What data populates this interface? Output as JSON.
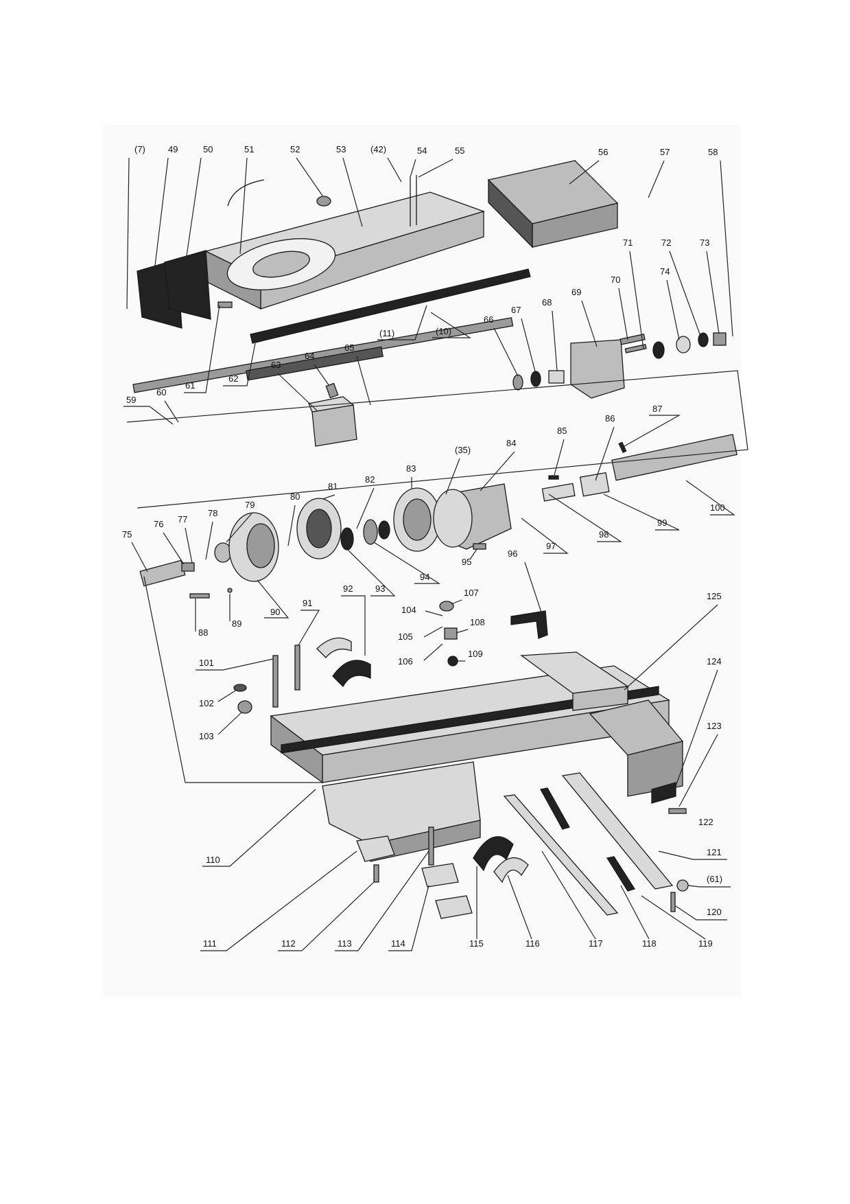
{
  "title": "",
  "callouts": [
    {
      "id": "c7",
      "text": "(7)"
    },
    {
      "id": "c49",
      "text": "49"
    },
    {
      "id": "c50",
      "text": "50"
    },
    {
      "id": "c51",
      "text": "51"
    },
    {
      "id": "c52",
      "text": "52"
    },
    {
      "id": "c53",
      "text": "53"
    },
    {
      "id": "c42",
      "text": "(42)"
    },
    {
      "id": "c54",
      "text": "54"
    },
    {
      "id": "c55",
      "text": "55"
    },
    {
      "id": "c56",
      "text": "56"
    },
    {
      "id": "c57",
      "text": "57"
    },
    {
      "id": "c58",
      "text": "58"
    },
    {
      "id": "c71",
      "text": "71"
    },
    {
      "id": "c72",
      "text": "72"
    },
    {
      "id": "c73",
      "text": "73"
    },
    {
      "id": "c70",
      "text": "70"
    },
    {
      "id": "c69",
      "text": "69"
    },
    {
      "id": "c74",
      "text": "74"
    },
    {
      "id": "c68",
      "text": "68"
    },
    {
      "id": "c67",
      "text": "67"
    },
    {
      "id": "c66",
      "text": "66"
    },
    {
      "id": "c11",
      "text": "(11)"
    },
    {
      "id": "c10",
      "text": "(10)"
    },
    {
      "id": "c61",
      "text": "61"
    },
    {
      "id": "c62",
      "text": "62"
    },
    {
      "id": "c63",
      "text": "63"
    },
    {
      "id": "c64",
      "text": "64"
    },
    {
      "id": "c65",
      "text": "65"
    },
    {
      "id": "c59",
      "text": "59"
    },
    {
      "id": "c60",
      "text": "60"
    },
    {
      "id": "c87",
      "text": "87"
    },
    {
      "id": "c86",
      "text": "86"
    },
    {
      "id": "c85",
      "text": "85"
    },
    {
      "id": "c35",
      "text": "(35)"
    },
    {
      "id": "c84",
      "text": "84"
    },
    {
      "id": "c83",
      "text": "83"
    },
    {
      "id": "c82",
      "text": "82"
    },
    {
      "id": "c81",
      "text": "81"
    },
    {
      "id": "c80",
      "text": "80"
    },
    {
      "id": "c79",
      "text": "79"
    },
    {
      "id": "c78",
      "text": "78"
    },
    {
      "id": "c77",
      "text": "77"
    },
    {
      "id": "c76",
      "text": "76"
    },
    {
      "id": "c75",
      "text": "75"
    },
    {
      "id": "c100",
      "text": "100"
    },
    {
      "id": "c99",
      "text": "99"
    },
    {
      "id": "c98",
      "text": "98"
    },
    {
      "id": "c97",
      "text": "97"
    },
    {
      "id": "c95",
      "text": "95"
    },
    {
      "id": "c94",
      "text": "94"
    },
    {
      "id": "c93",
      "text": "93"
    },
    {
      "id": "c90",
      "text": "90"
    },
    {
      "id": "c89",
      "text": "89"
    },
    {
      "id": "c88",
      "text": "88"
    },
    {
      "id": "c96",
      "text": "96"
    },
    {
      "id": "c107",
      "text": "107"
    },
    {
      "id": "c104",
      "text": "104"
    },
    {
      "id": "c105",
      "text": "105"
    },
    {
      "id": "c108",
      "text": "108"
    },
    {
      "id": "c106",
      "text": "106"
    },
    {
      "id": "c109",
      "text": "109"
    },
    {
      "id": "c92",
      "text": "92"
    },
    {
      "id": "c91",
      "text": "91"
    },
    {
      "id": "c101",
      "text": "101"
    },
    {
      "id": "c102",
      "text": "102"
    },
    {
      "id": "c103",
      "text": "103"
    },
    {
      "id": "c125",
      "text": "125"
    },
    {
      "id": "c124",
      "text": "124"
    },
    {
      "id": "c123",
      "text": "123"
    },
    {
      "id": "c122",
      "text": "122"
    },
    {
      "id": "c121",
      "text": "121"
    },
    {
      "id": "c61b",
      "text": "(61)"
    },
    {
      "id": "c120",
      "text": "120"
    },
    {
      "id": "c110",
      "text": "110"
    },
    {
      "id": "c111",
      "text": "111"
    },
    {
      "id": "c112",
      "text": "112"
    },
    {
      "id": "c113",
      "text": "113"
    },
    {
      "id": "c114",
      "text": "114"
    },
    {
      "id": "c115",
      "text": "115"
    },
    {
      "id": "c116",
      "text": "116"
    },
    {
      "id": "c117",
      "text": "117"
    },
    {
      "id": "c118",
      "text": "118"
    },
    {
      "id": "c119",
      "text": "119"
    }
  ]
}
